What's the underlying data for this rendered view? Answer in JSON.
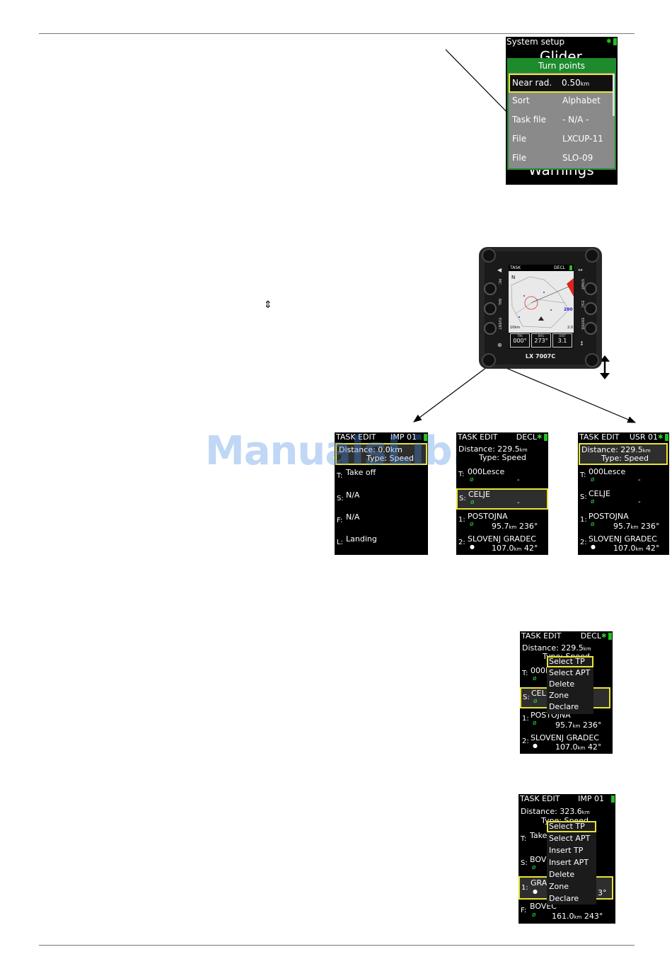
{
  "system_setup": {
    "title": "System setup",
    "behind_top": "Glider",
    "behind_bottom": "Warnings",
    "dialog_title": "Turn points",
    "rows": [
      {
        "label": "Near rad.",
        "value": "0.50",
        "unit": "km"
      },
      {
        "label": "Sort",
        "value": "Alphabet"
      },
      {
        "label": "Task file",
        "value": "- N/A -"
      },
      {
        "label": "File",
        "value": "LXCUP-11"
      },
      {
        "label": "File",
        "value": "SLO-09"
      }
    ]
  },
  "updown_glyph": "⇕",
  "device": {
    "model": "LX 7007C",
    "screen_title": "TASK",
    "screen_mode": "DECL",
    "north": "N",
    "scale": "10km",
    "bottom_labels": [
      "TRK",
      "BRG",
      "DIST"
    ],
    "bottom_values": [
      "000°",
      "273°",
      "3.1"
    ],
    "right_value": "2.0",
    "map_number": "200",
    "left_buttons": [
      "MC",
      "BAL",
      "EVENT"
    ],
    "right_buttons": [
      "START",
      "ESC",
      "ENTER"
    ]
  },
  "watermark": "ManualsLib.de",
  "task_edit_1": {
    "title": "TASK EDIT",
    "mode": "IMP 01",
    "distance": "Distance: 0.0km",
    "type": "Type: Speed",
    "points": [
      {
        "prefix": "T:",
        "name": "Take off"
      },
      {
        "prefix": "S:",
        "name": "N/A"
      },
      {
        "prefix": "F:",
        "name": "N/A"
      },
      {
        "prefix": "L:",
        "name": "Landing"
      }
    ]
  },
  "task_edit_2": {
    "title": "TASK EDIT",
    "mode": "DECL",
    "distance": "Distance: 229.5",
    "unit": "km",
    "type": "Type: Speed",
    "points": [
      {
        "prefix": "T:",
        "name": "000Lesce",
        "dist": "-",
        "brg": ""
      },
      {
        "prefix": "S:",
        "name": "CELJE",
        "dist": "-",
        "brg": ""
      },
      {
        "prefix": "1:",
        "name": "POSTOJNA",
        "dist": "95.7",
        "brg": "236°"
      },
      {
        "prefix": "2:",
        "name": "SLOVENJ GRADEC",
        "dist": "107.0",
        "brg": "42°"
      }
    ]
  },
  "task_edit_3": {
    "title": "TASK EDIT",
    "mode": "USR 01",
    "distance": "Distance: 229.5",
    "unit": "km",
    "type": "Type: Speed",
    "points": [
      {
        "prefix": "T:",
        "name": "000Lesce",
        "dist": "-",
        "brg": ""
      },
      {
        "prefix": "S:",
        "name": "CELJE",
        "dist": "-",
        "brg": ""
      },
      {
        "prefix": "1:",
        "name": "POSTOJNA",
        "dist": "95.7",
        "brg": "236°"
      },
      {
        "prefix": "2:",
        "name": "SLOVENJ GRADEC",
        "dist": "107.0",
        "brg": "42°"
      }
    ]
  },
  "task_menu_1": {
    "title": "TASK EDIT",
    "mode": "DECL",
    "distance": "Distance: 229.5",
    "unit": "km",
    "type": "Type: Speed",
    "rows": [
      {
        "prefix": "T:",
        "name": "000L"
      },
      {
        "prefix": "S:",
        "name": "CEL"
      },
      {
        "prefix": "1:",
        "name": "POSTOJNA",
        "dist": "95.7",
        "brg": "236°"
      },
      {
        "prefix": "2:",
        "name": "SLOVENJ GRADEC",
        "dist": "107.0",
        "brg": "42°"
      }
    ],
    "menu": [
      "Select TP",
      "Select APT",
      "Delete",
      "Zone",
      "Declare"
    ]
  },
  "task_menu_2": {
    "title": "TASK EDIT",
    "mode": "IMP 01",
    "distance": "Distance: 323.6",
    "unit": "km",
    "type": "Type: Speed",
    "rows": [
      {
        "prefix": "T:",
        "name": "Take"
      },
      {
        "prefix": "S:",
        "name": "BOV"
      },
      {
        "prefix": "1:",
        "name": "GRA",
        "brg": "3°"
      },
      {
        "prefix": "F:",
        "name": "BOVEC",
        "dist": "161.0",
        "brg": "243°"
      }
    ],
    "menu": [
      "Select TP",
      "Select APT",
      "Insert TP",
      "Insert APT",
      "Delete",
      "Zone",
      "Declare"
    ]
  }
}
